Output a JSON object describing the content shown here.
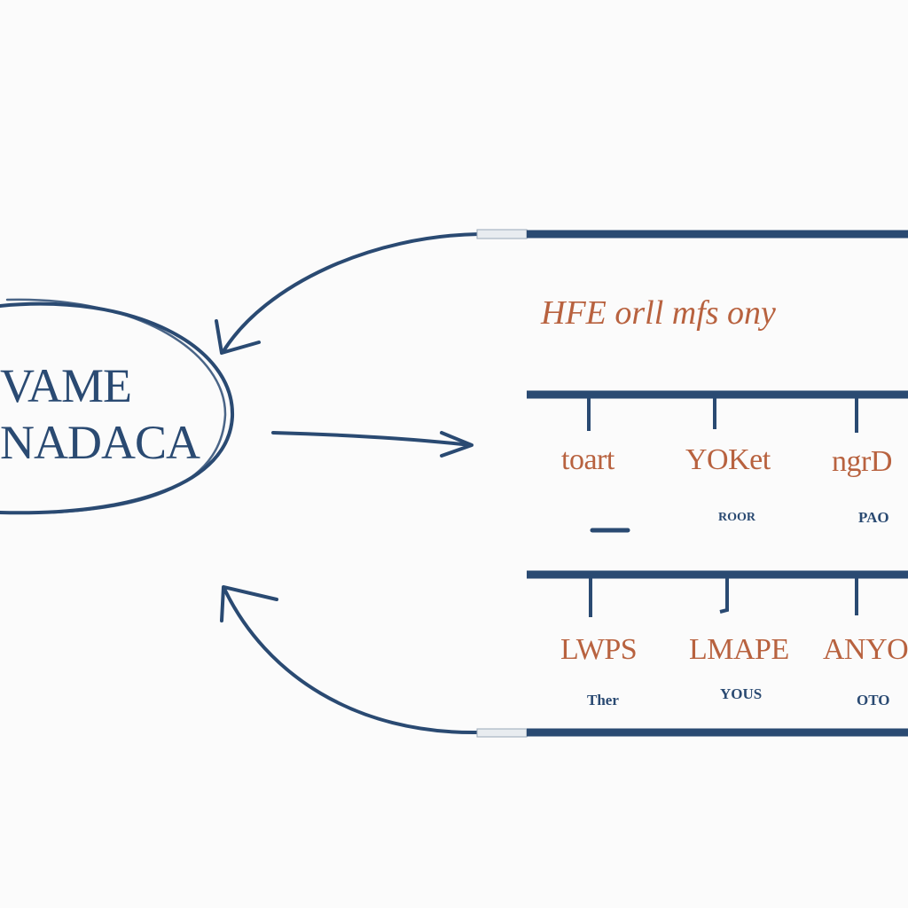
{
  "colors": {
    "ink": "#2a4a72",
    "accent": "#b8623f",
    "background": "#fbfbfb"
  },
  "node": {
    "line1": "VAME",
    "line2": "NADACA"
  },
  "panel": {
    "heading": "HFE orll mfs ony",
    "row1": [
      {
        "label": "toart",
        "sub": ""
      },
      {
        "label": "YOKet",
        "sub": "ROOR"
      },
      {
        "label": "ngrD",
        "sub": "PAO"
      }
    ],
    "row2": [
      {
        "label": "LWPS",
        "sub": "Ther"
      },
      {
        "label": "LMAPE",
        "sub": "YOUS"
      },
      {
        "label": "ANYO",
        "sub": "OTO"
      }
    ]
  }
}
